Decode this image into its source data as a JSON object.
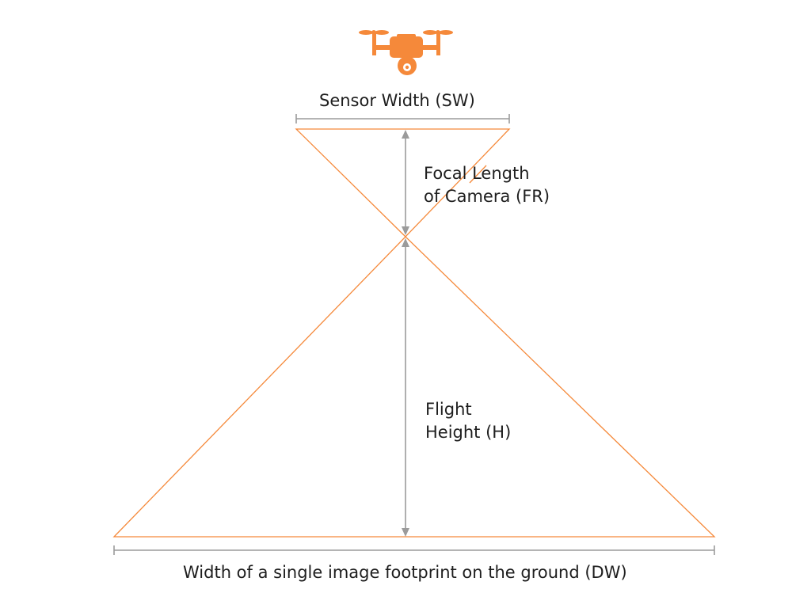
{
  "labels": {
    "sensor_width": "Sensor Width (SW)",
    "focal_length_line1": "Focal Length",
    "focal_length_line2": "of Camera (FR)",
    "flight_height_line1": "Flight",
    "flight_height_line2": "Height (H)",
    "ground_width": "Width of a single image footprint on the ground (DW)"
  },
  "icons": {
    "drone": "drone-camera-icon"
  },
  "colors": {
    "accent": "#F5893A",
    "dimension": "#9B9B9B",
    "text": "#1E1E1E"
  }
}
